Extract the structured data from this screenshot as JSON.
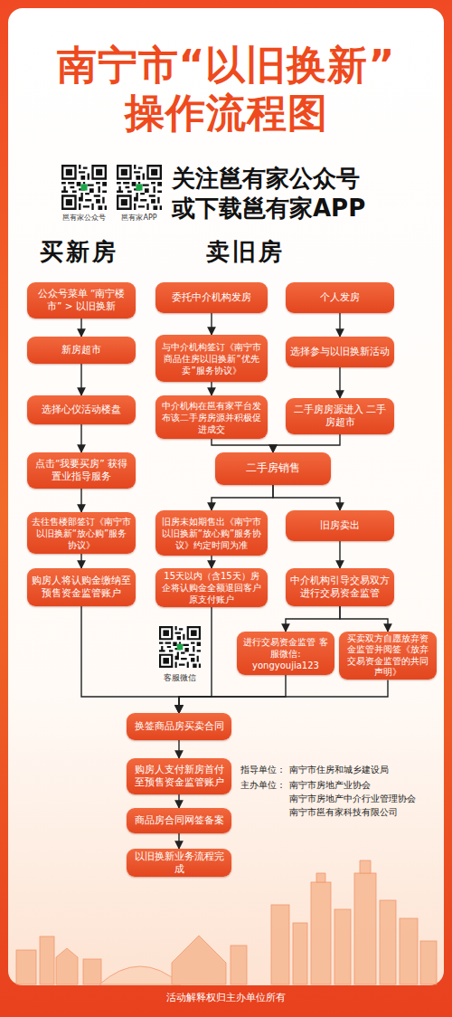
{
  "diagram": {
    "title": "南宁市“以旧换新” 操作流程图",
    "nodes": [
      {
        "text": [
          "公众号菜单 “南宁楼市” > 以旧换新"
        ]
      },
      {
        "text": [
          "新房超市"
        ]
      },
      {
        "text": [
          "选择心仪活动楼盘"
        ]
      },
      {
        "text": [
          "点击“我要买房” 获得置业指导服务"
        ]
      },
      {
        "text": [
          "去往售楼部签订《南宁市以旧换新“放心购”服务协议》"
        ]
      },
      {
        "text": [
          "购房人将认购金缴纳至预售资金监管账户"
        ]
      },
      {
        "text": [
          "委托中介机构发房"
        ]
      },
      {
        "text": [
          "与中介机构签订《南宁市商品住房以旧换新“优先卖”服务协议》"
        ]
      },
      {
        "text": [
          "中介机构在邕有家平台发布该二手房房源并积极促进成交"
        ]
      },
      {
        "text": [
          "个人发房"
        ]
      },
      {
        "text": [
          "选择参与以旧换新活动"
        ]
      },
      {
        "text": [
          "二手房房源进入 二手房超市"
        ]
      },
      {
        "text": [
          "二手房销售"
        ]
      },
      {
        "text": [
          "旧房未如期售出《南宁市以旧换新“放心购”服务协议》约定时间为准"
        ]
      },
      {
        "text": [
          "旧房卖出"
        ]
      },
      {
        "text": [
          "15天以内（含15天）房企将认购金全额退回客户原支付账户"
        ]
      },
      {
        "text": [
          "中介机构引导交易双方进行交易资金监管"
        ]
      },
      {
        "text": [
          "进行交易资金监管 客服微信: yongyoujia123"
        ]
      },
      {
        "text": [
          "买卖双方自愿放弃资金监管并阅签《放弃交易资金监管的共同声明》"
        ]
      },
      {
        "text": [
          "换签商品房买卖合同"
        ]
      },
      {
        "text": [
          "购房人支付新房首付至预售资金监管账户"
        ]
      },
      {
        "text": [
          "商品房合同网签备案"
        ]
      },
      {
        "text": [
          "以旧换新业务流程完成"
        ]
      }
    ],
    "edges": [
      {
        "from": 0,
        "to": 1,
        "arrow": "to"
      },
      {
        "from": 1,
        "to": 2,
        "arrow": "to"
      },
      {
        "from": 2,
        "to": 3,
        "arrow": "to"
      },
      {
        "from": 3,
        "to": 4,
        "arrow": "to"
      },
      {
        "from": 4,
        "to": 5,
        "arrow": "to"
      },
      {
        "from": 6,
        "to": 7,
        "arrow": "to"
      },
      {
        "from": 7,
        "to": 8,
        "arrow": "to"
      },
      {
        "from": 9,
        "to": 10,
        "arrow": "to"
      },
      {
        "from": 10,
        "to": 11,
        "arrow": "to"
      },
      {
        "from": 8,
        "to": 12,
        "arrow": "to"
      },
      {
        "from": 11,
        "to": 12,
        "arrow": "to"
      },
      {
        "from": 12,
        "to": 13,
        "arrow": "to"
      },
      {
        "from": 12,
        "to": 14,
        "arrow": "to"
      },
      {
        "from": 13,
        "to": 15,
        "arrow": "to"
      },
      {
        "from": 14,
        "to": 16,
        "arrow": "to"
      },
      {
        "from": 16,
        "to": 17,
        "arrow": "to"
      },
      {
        "from": 16,
        "to": 18,
        "arrow": "to"
      },
      {
        "from": 5,
        "to": 19,
        "arrow": "to"
      },
      {
        "from": 15,
        "to": 19,
        "arrow": "to"
      },
      {
        "from": 17,
        "to": 19,
        "arrow": "to"
      },
      {
        "from": 18,
        "to": 19,
        "arrow": "to"
      },
      {
        "from": 19,
        "to": 20,
        "arrow": "to"
      },
      {
        "from": 20,
        "to": 21,
        "arrow": "to"
      },
      {
        "from": 21,
        "to": 22,
        "arrow": "to"
      }
    ],
    "labels": [
      "邕有家公众号",
      "邕有家APP",
      "关注邕有家公众号 或下载邕有家APP",
      "买新房",
      "卖旧房",
      "客服微信",
      "指导单位：",
      "南宁市住房和城乡建设局",
      "主办单位：",
      "南宁市房地产业协会",
      "南宁市房地产中介行业管理协会",
      "南宁市邕有家科技有限公司",
      "活动解释权归主办单位所有"
    ]
  }
}
